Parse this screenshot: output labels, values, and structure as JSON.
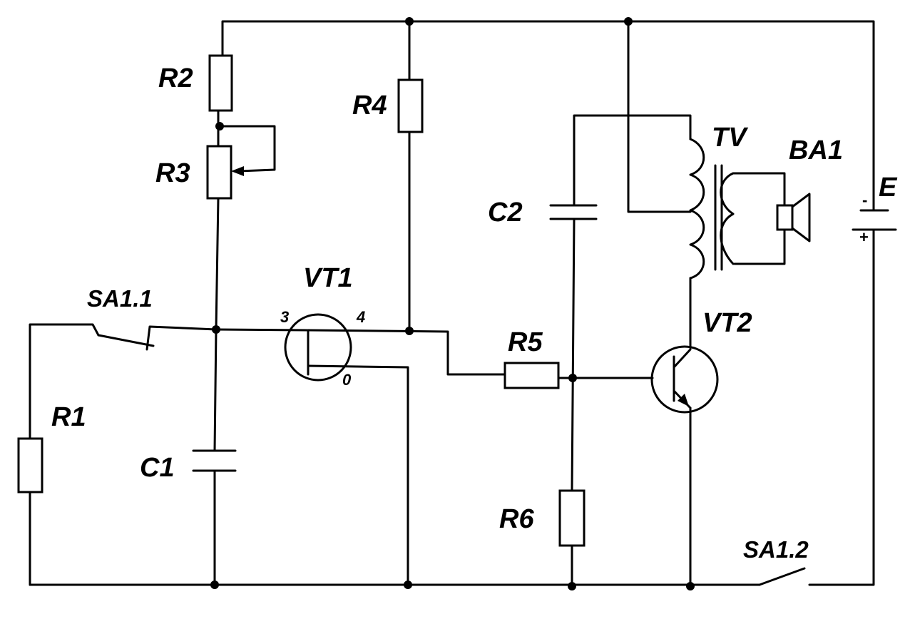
{
  "diagram": {
    "components": {
      "R1": "R1",
      "R2": "R2",
      "R3": "R3",
      "R4": "R4",
      "R5": "R5",
      "R6": "R6",
      "C1": "C1",
      "C2": "C2",
      "VT1": "VT1",
      "VT2": "VT2",
      "TV": "TV",
      "BA1": "BA1",
      "E": "E",
      "SA1_1": "SA1.1",
      "SA1_2": "SA1.2"
    },
    "vt1_pins": {
      "left": "3",
      "right": "4",
      "bottom": "0"
    },
    "battery_signs": {
      "top": "-",
      "bottom": "+"
    }
  }
}
